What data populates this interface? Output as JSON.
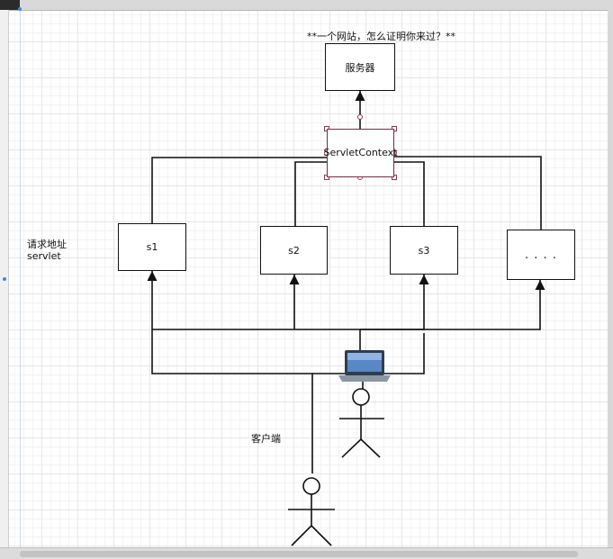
{
  "title": "**一个网站，怎么证明你来过？**",
  "server": {
    "label": "服务器"
  },
  "servlet_context": {
    "label": "ServletContext"
  },
  "servlets": [
    {
      "label": "s1"
    },
    {
      "label": "s2"
    },
    {
      "label": "s3"
    },
    {
      "label": ". . . ."
    }
  ],
  "side_note": {
    "line1": "请求地址",
    "line2": "servlet"
  },
  "client": {
    "label": "客户端"
  },
  "icons": [
    "laptop-icon",
    "stick-figure-icon"
  ],
  "colors": {
    "line": "#111111",
    "selected_border": "#7a2a43",
    "handle": "#8b3a4f",
    "grid": "#e6e6e6"
  }
}
